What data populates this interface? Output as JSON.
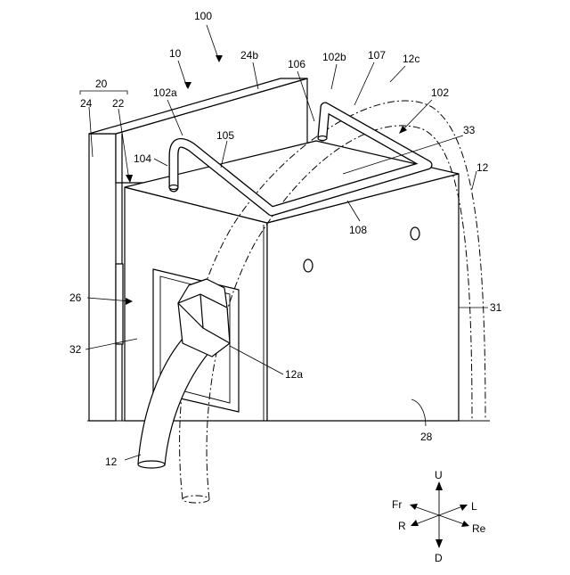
{
  "figure": {
    "labels": {
      "l100": "100",
      "l10": "10",
      "l24b": "24b",
      "l106": "106",
      "l102b": "102b",
      "l107": "107",
      "l12c": "12c",
      "l20": "20",
      "l24": "24",
      "l22": "22",
      "l102a": "102a",
      "l102": "102",
      "l105": "105",
      "l33": "33",
      "l104": "104",
      "l12_right": "12",
      "l108": "108",
      "l26": "26",
      "l31": "31",
      "l32": "32",
      "l12a": "12a",
      "l28": "28",
      "l12_bottom": "12"
    },
    "directions": {
      "up": "U",
      "down": "D",
      "front": "Fr",
      "left": "L",
      "right": "R",
      "rear": "Re"
    }
  }
}
